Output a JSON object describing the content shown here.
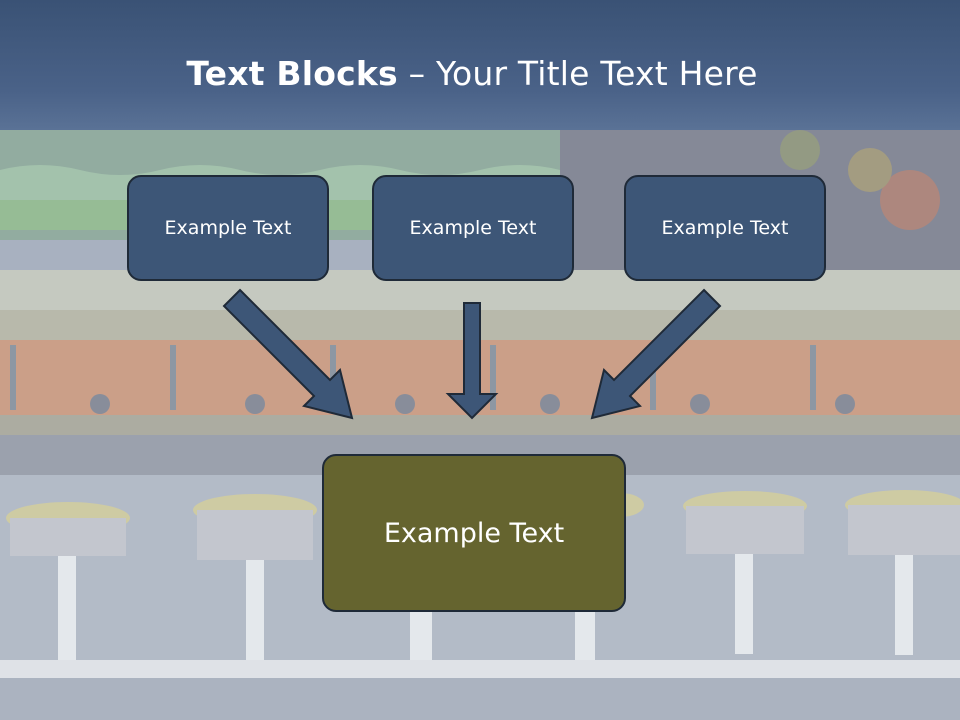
{
  "slide": {
    "title_bold": "Text Blocks",
    "title_rest": " – Your Title Text Here",
    "top_boxes": [
      "Example Text",
      "Example Text",
      "Example Text"
    ],
    "bottom_box": "Example Text"
  },
  "colors": {
    "header": "#3d5677",
    "top_box": "#3d5677",
    "bottom_box": "#65642f",
    "arrow": "#3d5677",
    "border": "#1f2a38"
  }
}
